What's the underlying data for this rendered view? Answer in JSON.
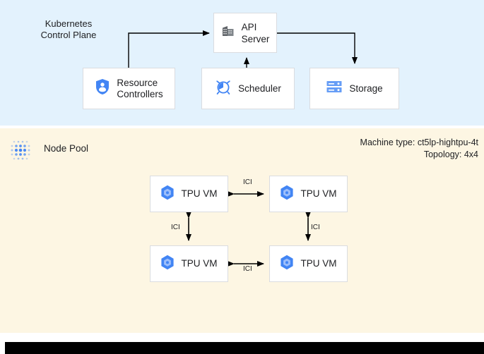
{
  "colors": {
    "control_plane_bg": "#e3f2fd",
    "node_pool_bg": "#fdf6e3",
    "box_bg": "#ffffff",
    "box_border": "#dadce0",
    "accent_blue": "#4285f4",
    "icon_gray": "#5f6368",
    "text": "#202124",
    "bottom_bar": "#000000"
  },
  "control_plane": {
    "title": "Kubernetes\nControl Plane",
    "nodes": [
      {
        "id": "api-server",
        "label": "API\nServer",
        "icon": "building-icon"
      },
      {
        "id": "resource-controllers",
        "label": "Resource\nControllers",
        "icon": "shield-user-icon"
      },
      {
        "id": "scheduler",
        "label": "Scheduler",
        "icon": "alarm-clock-icon"
      },
      {
        "id": "storage",
        "label": "Storage",
        "icon": "server-rack-icon"
      }
    ],
    "connections": [
      {
        "from": "resource-controllers",
        "to": "api-server",
        "direction": "one-way"
      },
      {
        "from": "scheduler",
        "to": "api-server",
        "direction": "one-way"
      },
      {
        "from": "api-server",
        "to": "storage",
        "direction": "one-way"
      }
    ]
  },
  "node_pool": {
    "label": "Node Pool",
    "icon": "dot-matrix-icon",
    "machine_type_line": "Machine type: ct5lp-hightpu-4t",
    "topology_line": "Topology: 4x4",
    "meta": "Machine type: ct5lp-hightpu-4t\nTopology: 4x4",
    "vms": [
      {
        "id": "tpu-vm-0",
        "label": "TPU VM",
        "icon": "hexagon-node-icon"
      },
      {
        "id": "tpu-vm-1",
        "label": "TPU VM",
        "icon": "hexagon-node-icon"
      },
      {
        "id": "tpu-vm-2",
        "label": "TPU VM",
        "icon": "hexagon-node-icon"
      },
      {
        "id": "tpu-vm-3",
        "label": "TPU VM",
        "icon": "hexagon-node-icon"
      }
    ],
    "interconnects": [
      {
        "id": "ici-top",
        "label": "ICI",
        "between": [
          "tpu-vm-0",
          "tpu-vm-1"
        ],
        "orientation": "horizontal"
      },
      {
        "id": "ici-left",
        "label": "ICI",
        "between": [
          "tpu-vm-0",
          "tpu-vm-2"
        ],
        "orientation": "vertical"
      },
      {
        "id": "ici-right",
        "label": "ICI",
        "between": [
          "tpu-vm-1",
          "tpu-vm-3"
        ],
        "orientation": "vertical"
      },
      {
        "id": "ici-bottom",
        "label": "ICI",
        "between": [
          "tpu-vm-2",
          "tpu-vm-3"
        ],
        "orientation": "horizontal"
      }
    ]
  }
}
